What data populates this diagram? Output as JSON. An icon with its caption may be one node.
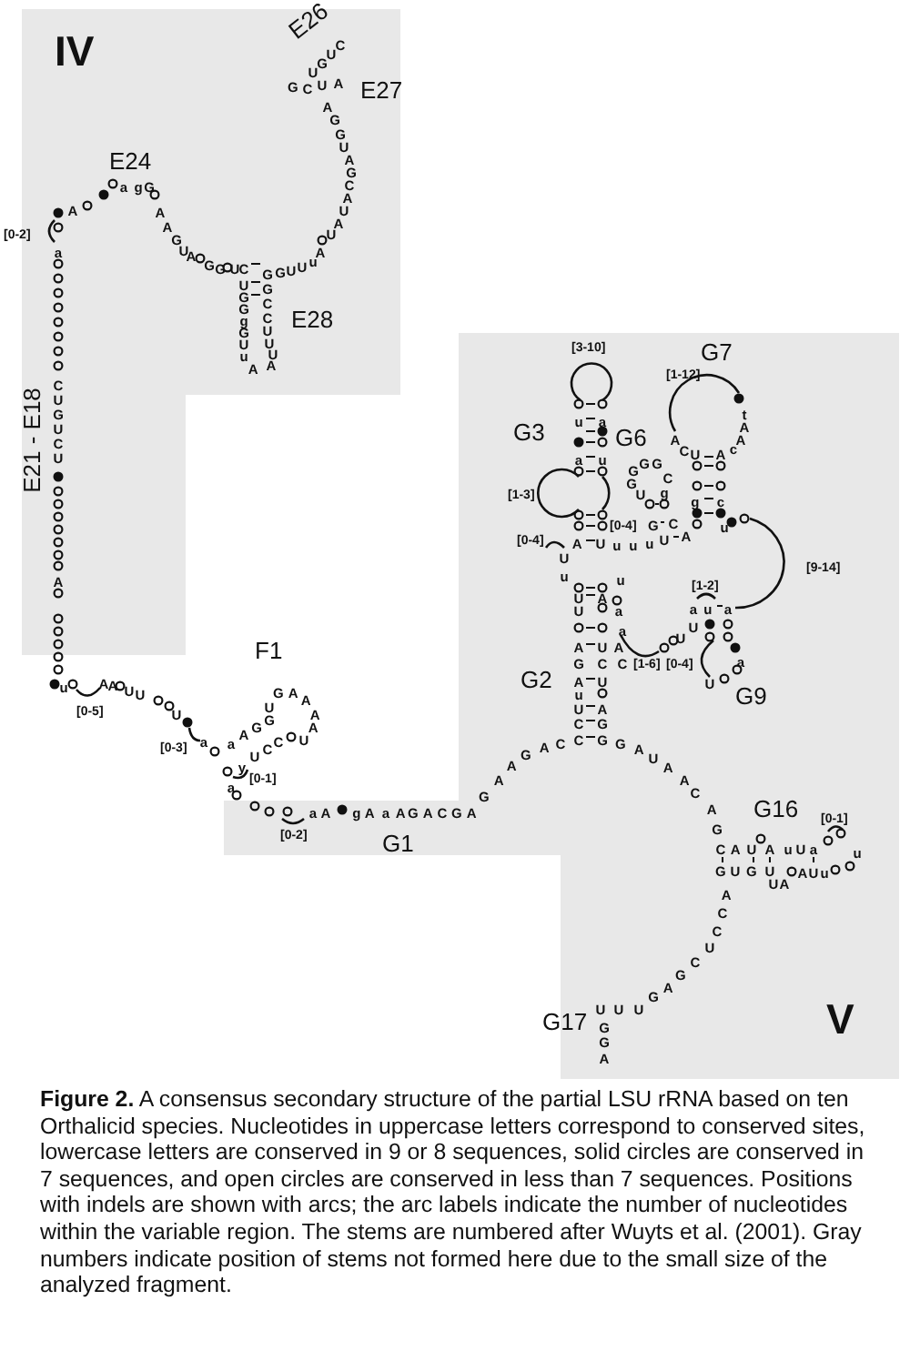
{
  "diagram": {
    "caption": "**Figure 2.** A consensus secondary structure of the partial LSU rRNA based on ten Orthalicid species. Nucleotides in uppercase letters correspond to conserved sites, lowercase letters are conserved in 9 or 8 sequences, solid circles are conserved in 7 sequences, and open circles are conserved in less than 7 sequences. Positions with indels are shown with arcs; the arc labels indicate the number of nucleotides within the variable region. The stems are numbered after Wuyts et al. (2001). Gray numbers indicate position of stems not formed here due to the small size of the analyzed fragment.",
    "labels": [
      "IV",
      "E26",
      "UGUC",
      "G C U A",
      "E27",
      "E24",
      "A",
      "a gG",
      "[0-2]",
      "a",
      "AAGUA",
      "GG",
      "UC",
      "UGGgGUu",
      "A A",
      "UUUCCGG",
      "GUUuA",
      "UAUACGAUGGA",
      "E28",
      "E21 - E18",
      "CUGUCU",
      "A",
      "[3-10]",
      "G7",
      "[1-12]",
      "tAAc",
      "G3",
      "ua",
      "au",
      "G6",
      "UGGGGCg",
      "AC",
      "U A",
      "g c",
      "[1-3]",
      "[0-4]",
      "G C",
      "[0-4]",
      "A U u u u U A",
      "u",
      "[9-14]",
      "Uu",
      "[1-2]",
      "u",
      "a u a",
      "UUAGAuUCC",
      "AaaUCUAGG",
      "AC",
      "UU",
      "a",
      "U",
      "G2",
      "[1-6]",
      "[0-4]",
      "G9",
      "F1",
      "u",
      "AA",
      "UU",
      "[0-5]",
      "U",
      "[0-3]",
      "a",
      "aAGGU",
      "G A A A A U",
      "UCC",
      "y",
      "[0-1]",
      "a",
      "[0-2]",
      "aA",
      "g A a A G A C G A G A A G A C",
      "G1",
      "G A U A A C A G",
      "G16",
      "[0-1]",
      "C A U A",
      "uUa",
      "u",
      "G U G U",
      "AUu",
      "UA",
      "A C C U C G A G",
      "U U U",
      "GGA",
      "G17",
      "V"
    ]
  }
}
